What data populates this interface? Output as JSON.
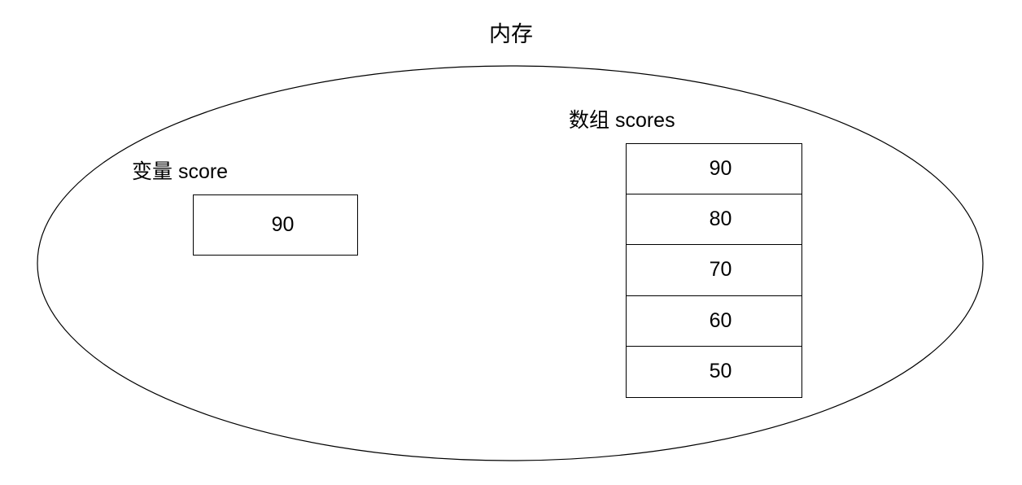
{
  "diagram": {
    "title": "内存",
    "variable": {
      "label": "变量 score",
      "value": "90"
    },
    "array": {
      "label": "数组 scores",
      "cells": [
        {
          "value": "90"
        },
        {
          "value": "80"
        },
        {
          "value": "70"
        },
        {
          "value": "60"
        },
        {
          "value": "50"
        }
      ]
    },
    "colors": {
      "stroke": "#000000",
      "background": "#ffffff",
      "text": "#000000"
    }
  }
}
